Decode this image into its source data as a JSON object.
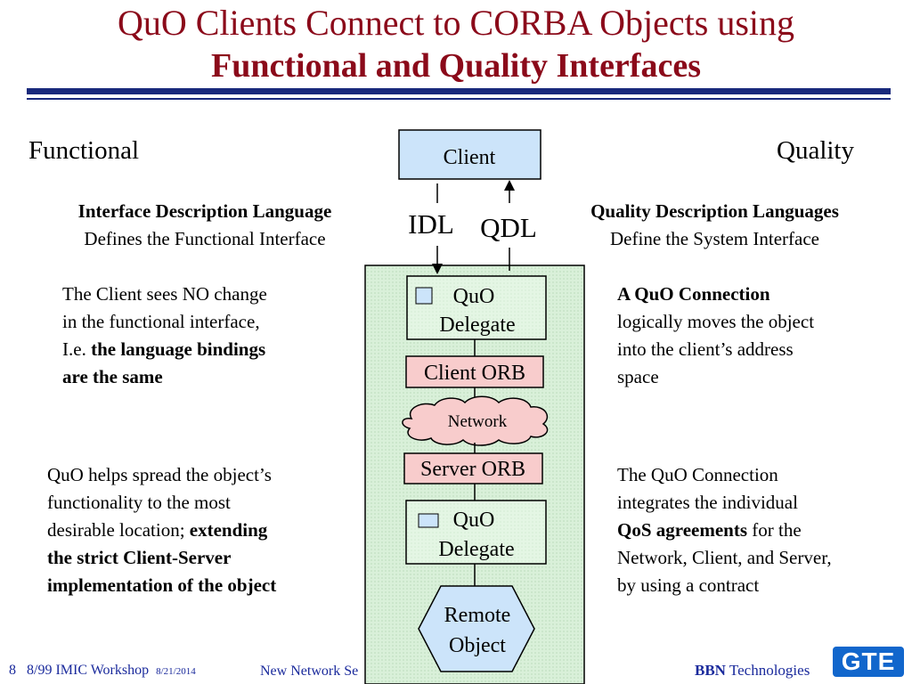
{
  "slide": {
    "title_line1": "QuO Clients Connect to CORBA Objects using",
    "title_line2": "Functional and Quality Interfaces"
  },
  "left": {
    "header": "Functional",
    "idl_title": "Interface Description  Language",
    "idl_sub": "Defines the Functional Interface",
    "p1_line1": "The Client sees NO change",
    "p1_line2": "in the functional interface,",
    "p1_line3_plain": "I.e. ",
    "p1_line3_bold": "the language bindings",
    "p1_line4_bold": "are the same",
    "p2_line1": "QuO helps spread the object’s",
    "p2_line2": "functionality  to the most",
    "p2_line3_plain": "desirable location; ",
    "p2_line3_bold": "extending",
    "p2_line4_bold": "the strict Client-Server",
    "p2_line5_bold": "implementation of the object"
  },
  "right": {
    "header": "Quality",
    "qdl_title": "Quality Description Languages",
    "qdl_sub": "Define the System Interface",
    "p1_line1_bold": "A QuO Connection",
    "p1_line2": "logically moves the object",
    "p1_line3": "into the client’s address",
    "p1_line4": "space",
    "p2_line1": "The QuO Connection",
    "p2_line2": "integrates the individual",
    "p2_line3_bold": "QoS agreements",
    "p2_line3_plain": "  for the",
    "p2_line4": "Network, Client, and Server,",
    "p2_line5": "by using a contract"
  },
  "diagram": {
    "client": "Client",
    "idl": "IDL",
    "qdl": "QDL",
    "quo_delegate_top_1": "QuO",
    "quo_delegate_top_2": "Delegate",
    "client_orb": "Client ORB",
    "network": "Network",
    "server_orb": "Server ORB",
    "quo_delegate_bottom_1": "QuO",
    "quo_delegate_bottom_2": "Delegate",
    "remote_1": "Remote",
    "remote_2": "Object",
    "colors": {
      "client_fill": "#cce4fa",
      "panel_fill": "#d9f0d9",
      "delegate_fill": "#e0f5e0",
      "orb_fill": "#f8cccc",
      "cloud_fill": "#f8cccc",
      "hex_fill": "#cce4fa"
    }
  },
  "footer": {
    "page_number": "8",
    "workshop": "8/99 IMIC Workshop",
    "date": "8/21/2014",
    "center_text": "New Network Se",
    "bbn": "BBN",
    "technologies": " Technologies",
    "logo": "GTE"
  }
}
